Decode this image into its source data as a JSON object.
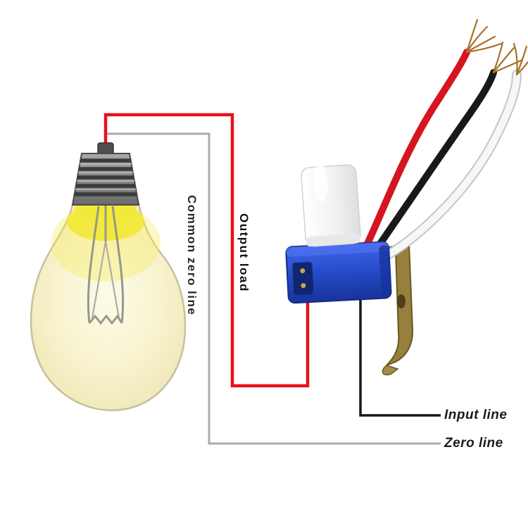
{
  "image": {
    "description": "Wiring diagram of an automatic photocell (light sensor) on/off switch connected to an incandescent light bulb",
    "background_color": "#ffffff"
  },
  "labels": {
    "common_zero_line": "Common zero line",
    "output_load": "Output load",
    "input_line": "Input line",
    "zero_line": "Zero line"
  },
  "connections": [
    {
      "label": "Output load",
      "wire_color": "#e8111c",
      "from": "photocell switch",
      "to": "light bulb"
    },
    {
      "label": "Common zero line",
      "wire_color": "#ababab",
      "from": "light bulb",
      "to": "zero line"
    },
    {
      "label": "Input line",
      "wire_color": "#161616",
      "from": "photocell switch",
      "to": "mains live"
    },
    {
      "label": "Zero line",
      "wire_color": "#ababab",
      "from": "circuit",
      "to": "mains neutral"
    }
  ],
  "colors": {
    "output_load_wire_red": "#e8111c",
    "input_line_black": "#161616",
    "zero_line_gray": "#ababab",
    "switch_base_blue": "#2448c4",
    "sensor_head_white": "#f5f5f5",
    "bulb_glow_yellow": "#f2e838",
    "bulb_glass_cream": "#f8f2cd",
    "copper_strands": "#aa6f2b",
    "bracket_bronze": "#96803c",
    "label_text": "#1b1b1b"
  }
}
